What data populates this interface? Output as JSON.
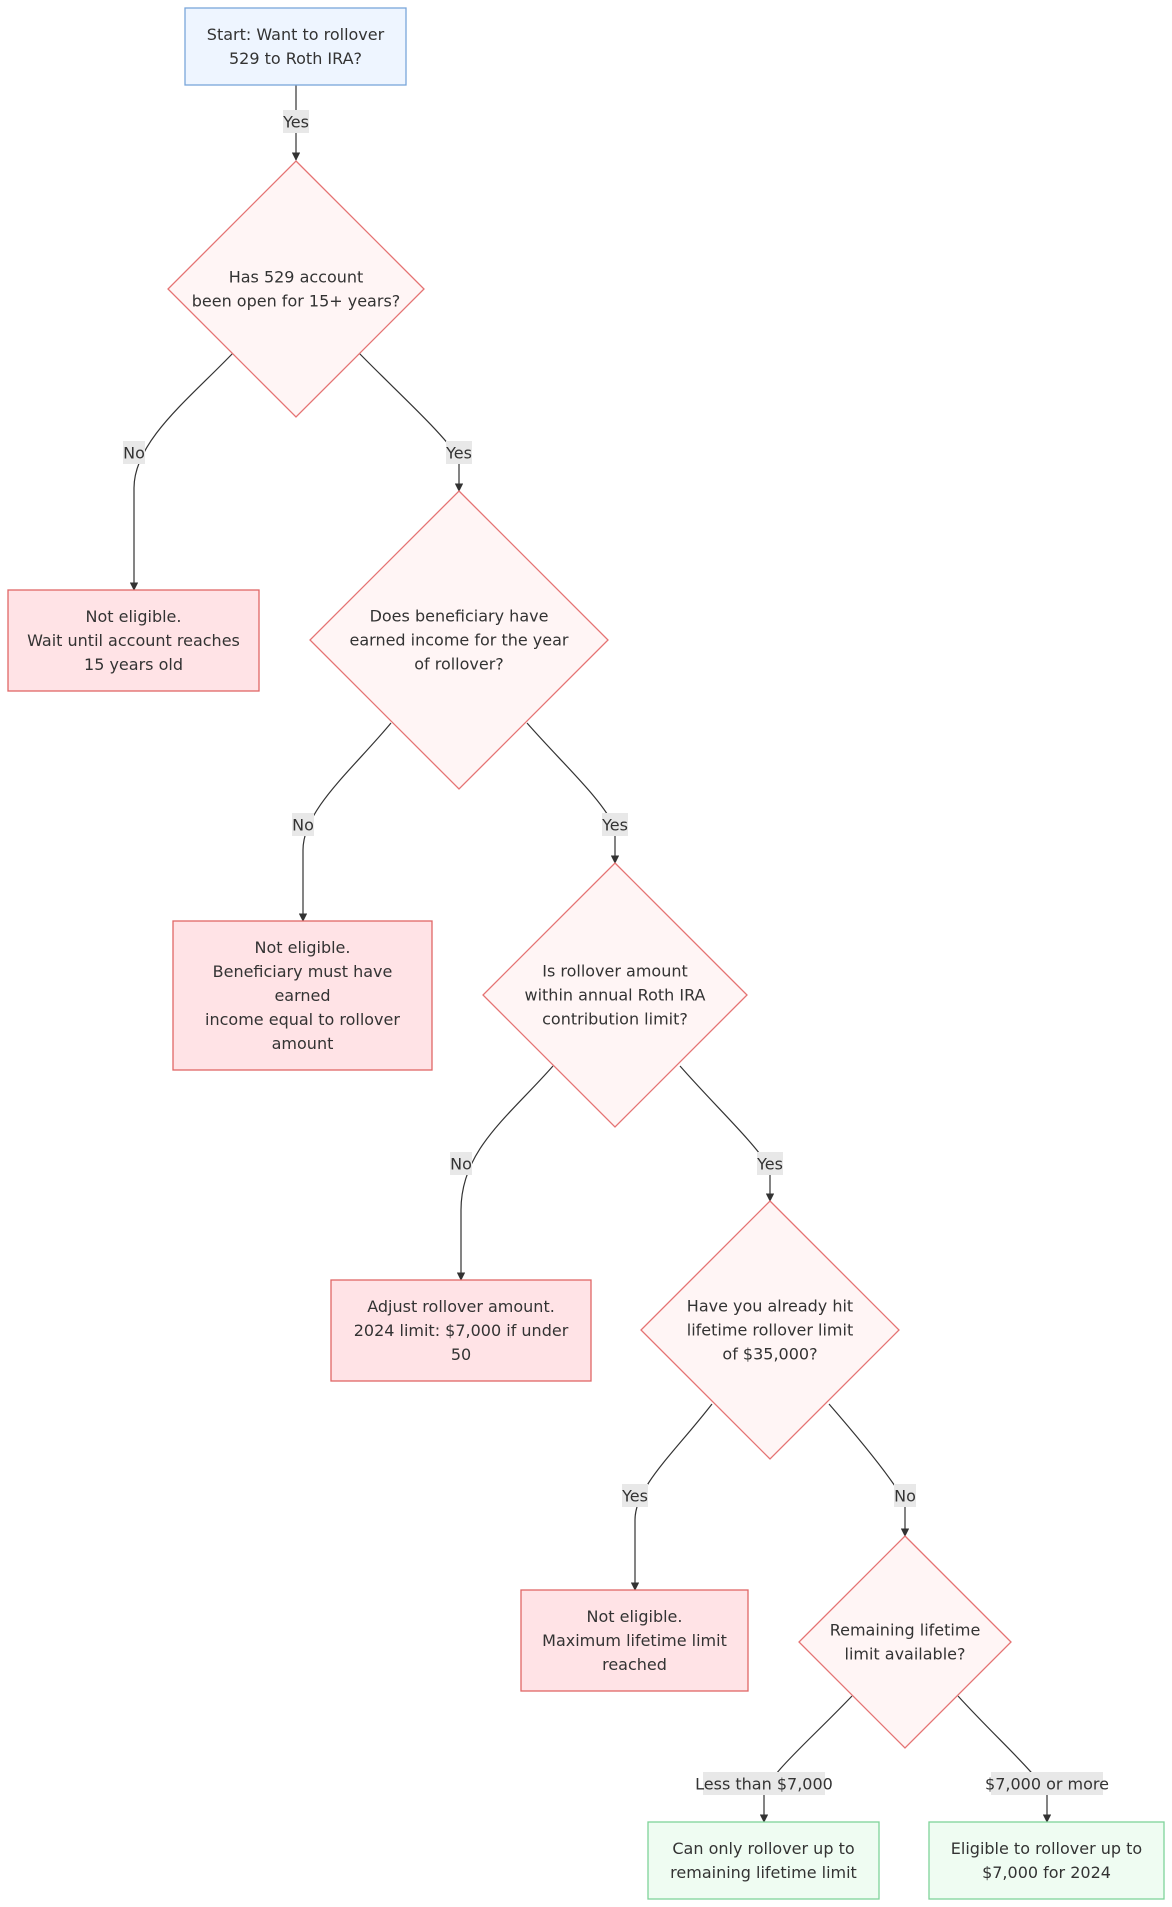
{
  "colors": {
    "start_fill": "#eef5ff",
    "start_stroke": "#7aa6da",
    "decision_fill": "#fff5f5",
    "decision_stroke": "#e57373",
    "fail_fill": "#ffe3e6",
    "fail_stroke": "#e06666",
    "success_fill": "#effcf2",
    "success_stroke": "#7fd39a",
    "edge": "#333333",
    "label_bg": "#e8e8e8"
  },
  "nodes": [
    {
      "id": "start",
      "kind": "start",
      "lines": [
        "Start: Want to rollover",
        "529 to Roth IRA?"
      ]
    },
    {
      "id": "q-age",
      "kind": "decision",
      "lines": [
        "Has 529 account",
        "been open for 15+ years?"
      ]
    },
    {
      "id": "fail-age",
      "kind": "fail",
      "lines": [
        "Not eligible.",
        "Wait until account reaches",
        "15 years old"
      ]
    },
    {
      "id": "q-income",
      "kind": "decision",
      "lines": [
        "Does beneficiary have",
        "earned income for the year",
        "of rollover?"
      ]
    },
    {
      "id": "fail-income",
      "kind": "fail",
      "lines": [
        "Not eligible.",
        "Beneficiary must have",
        "earned",
        "income equal to rollover",
        "amount"
      ]
    },
    {
      "id": "q-annual",
      "kind": "decision",
      "lines": [
        "Is rollover amount",
        "within annual Roth IRA",
        "contribution limit?"
      ]
    },
    {
      "id": "adjust",
      "kind": "fail",
      "lines": [
        "Adjust rollover amount.",
        "2024 limit: $7,000 if under",
        "50"
      ]
    },
    {
      "id": "q-lifetime",
      "kind": "decision",
      "lines": [
        "Have you already hit",
        "lifetime rollover limit",
        "of $35,000?"
      ]
    },
    {
      "id": "fail-lifetime",
      "kind": "fail",
      "lines": [
        "Not eligible.",
        "Maximum lifetime limit",
        "reached"
      ]
    },
    {
      "id": "q-remaining",
      "kind": "decision",
      "lines": [
        "Remaining lifetime",
        "limit available?"
      ]
    },
    {
      "id": "ok-partial",
      "kind": "success",
      "lines": [
        "Can only rollover up to",
        "remaining lifetime limit"
      ]
    },
    {
      "id": "ok-full",
      "kind": "success",
      "lines": [
        "Eligible to rollover up to",
        "$7,000 for 2024"
      ]
    }
  ],
  "edges": [
    {
      "from": "start",
      "to": "q-age",
      "label": "Yes"
    },
    {
      "from": "q-age",
      "to": "fail-age",
      "label": "No"
    },
    {
      "from": "q-age",
      "to": "q-income",
      "label": "Yes"
    },
    {
      "from": "q-income",
      "to": "fail-income",
      "label": "No"
    },
    {
      "from": "q-income",
      "to": "q-annual",
      "label": "Yes"
    },
    {
      "from": "q-annual",
      "to": "adjust",
      "label": "No"
    },
    {
      "from": "q-annual",
      "to": "q-lifetime",
      "label": "Yes"
    },
    {
      "from": "q-lifetime",
      "to": "fail-lifetime",
      "label": "Yes"
    },
    {
      "from": "q-lifetime",
      "to": "q-remaining",
      "label": "No"
    },
    {
      "from": "q-remaining",
      "to": "ok-partial",
      "label": "Less than $7,000"
    },
    {
      "from": "q-remaining",
      "to": "ok-full",
      "label": "$7,000 or more"
    }
  ]
}
